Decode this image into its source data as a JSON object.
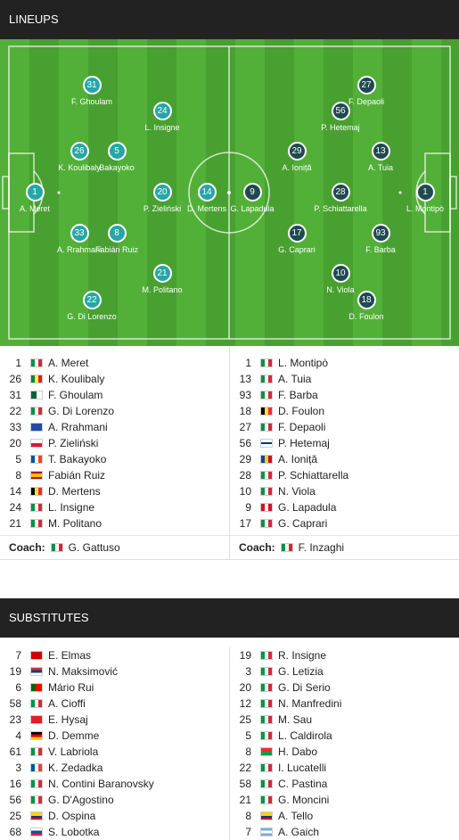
{
  "lineups_title": "LINEUPS",
  "substitutes_title": "SUBSTITUTES",
  "pitch": {
    "home": [
      {
        "num": "1",
        "name": "A. Meret"
      },
      {
        "num": "26",
        "name": "K. Koulibaly"
      },
      {
        "num": "33",
        "name": "A. Rrahmani"
      },
      {
        "num": "31",
        "name": "F. Ghoulam"
      },
      {
        "num": "22",
        "name": "G. Di Lorenzo"
      },
      {
        "num": "5",
        "name": "Bakayoko"
      },
      {
        "num": "8",
        "name": "Fabián Ruiz"
      },
      {
        "num": "24",
        "name": "L. Insigne"
      },
      {
        "num": "20",
        "name": "P. Zieliński"
      },
      {
        "num": "21",
        "name": "M. Politano"
      },
      {
        "num": "14",
        "name": "D. Mertens"
      }
    ],
    "away": [
      {
        "num": "9",
        "name": "G. Lapadula"
      },
      {
        "num": "17",
        "name": "G. Caprari"
      },
      {
        "num": "29",
        "name": "A. Ioniță"
      },
      {
        "num": "28",
        "name": "P. Schiattarella"
      },
      {
        "num": "10",
        "name": "N. Viola"
      },
      {
        "num": "56",
        "name": "P. Hetemaj"
      },
      {
        "num": "27",
        "name": "F. Depaoli"
      },
      {
        "num": "13",
        "name": "A. Tuia"
      },
      {
        "num": "93",
        "name": "F. Barba"
      },
      {
        "num": "18",
        "name": "D. Foulon"
      },
      {
        "num": "1",
        "name": "L. Montipò"
      }
    ]
  },
  "home_lineup": [
    {
      "num": "1",
      "flag": "it",
      "name": "A. Meret"
    },
    {
      "num": "26",
      "flag": "sn",
      "name": "K. Koulibaly"
    },
    {
      "num": "31",
      "flag": "dz",
      "name": "F. Ghoulam"
    },
    {
      "num": "22",
      "flag": "it",
      "name": "G. Di Lorenzo"
    },
    {
      "num": "33",
      "flag": "xk",
      "name": "A. Rrahmani"
    },
    {
      "num": "20",
      "flag": "pl",
      "name": "P. Zieliński"
    },
    {
      "num": "5",
      "flag": "fr",
      "name": "T. Bakayoko"
    },
    {
      "num": "8",
      "flag": "es",
      "name": "Fabián Ruiz"
    },
    {
      "num": "14",
      "flag": "be",
      "name": "D. Mertens"
    },
    {
      "num": "24",
      "flag": "it",
      "name": "L. Insigne"
    },
    {
      "num": "21",
      "flag": "it",
      "name": "M. Politano"
    }
  ],
  "away_lineup": [
    {
      "num": "1",
      "flag": "it",
      "name": "L. Montipò"
    },
    {
      "num": "13",
      "flag": "it",
      "name": "A. Tuia"
    },
    {
      "num": "93",
      "flag": "it",
      "name": "F. Barba"
    },
    {
      "num": "18",
      "flag": "be",
      "name": "D. Foulon"
    },
    {
      "num": "27",
      "flag": "it",
      "name": "F. Depaoli"
    },
    {
      "num": "56",
      "flag": "fi",
      "name": "P. Hetemaj"
    },
    {
      "num": "29",
      "flag": "md",
      "name": "A. Ioniță"
    },
    {
      "num": "28",
      "flag": "it",
      "name": "P. Schiattarella"
    },
    {
      "num": "10",
      "flag": "it",
      "name": "N. Viola"
    },
    {
      "num": "9",
      "flag": "pe",
      "name": "G. Lapadula"
    },
    {
      "num": "17",
      "flag": "it",
      "name": "G. Caprari"
    }
  ],
  "coach_label": "Coach:",
  "home_coach": {
    "flag": "it",
    "name": "G. Gattuso"
  },
  "away_coach": {
    "flag": "it",
    "name": "F. Inzaghi"
  },
  "home_subs": [
    {
      "num": "7",
      "flag": "mk",
      "name": "E. Elmas"
    },
    {
      "num": "19",
      "flag": "rs",
      "name": "N. Maksimović"
    },
    {
      "num": "6",
      "flag": "pt",
      "name": "Mário Rui"
    },
    {
      "num": "58",
      "flag": "it",
      "name": "A. Cioffi"
    },
    {
      "num": "23",
      "flag": "al",
      "name": "E. Hysaj"
    },
    {
      "num": "4",
      "flag": "de",
      "name": "D. Demme"
    },
    {
      "num": "61",
      "flag": "it",
      "name": "V. Labriola"
    },
    {
      "num": "3",
      "flag": "fr",
      "name": "K. Zedadka"
    },
    {
      "num": "16",
      "flag": "it",
      "name": "N. Contini Baranovsky"
    },
    {
      "num": "56",
      "flag": "it",
      "name": "G. D'Agostino"
    },
    {
      "num": "25",
      "flag": "co",
      "name": "D. Ospina"
    },
    {
      "num": "68",
      "flag": "sk",
      "name": "S. Lobotka"
    }
  ],
  "away_subs": [
    {
      "num": "19",
      "flag": "it",
      "name": "R. Insigne"
    },
    {
      "num": "3",
      "flag": "it",
      "name": "G. Letizia"
    },
    {
      "num": "20",
      "flag": "it",
      "name": "G. Di Serio"
    },
    {
      "num": "12",
      "flag": "it",
      "name": "N. Manfredini"
    },
    {
      "num": "25",
      "flag": "it",
      "name": "M. Sau"
    },
    {
      "num": "5",
      "flag": "it",
      "name": "L. Caldirola"
    },
    {
      "num": "8",
      "flag": "bf",
      "name": "H. Dabo"
    },
    {
      "num": "22",
      "flag": "it",
      "name": "I. Lucatelli"
    },
    {
      "num": "58",
      "flag": "it",
      "name": "C. Pastina"
    },
    {
      "num": "21",
      "flag": "it",
      "name": "G. Moncini"
    },
    {
      "num": "8",
      "flag": "co",
      "name": "A. Tello"
    },
    {
      "num": "7",
      "flag": "ar",
      "name": "A. Gaich"
    }
  ],
  "colors": {
    "home_marker": "#27a6a6",
    "away_marker": "#1e4a50",
    "header_bg": "#222222"
  }
}
